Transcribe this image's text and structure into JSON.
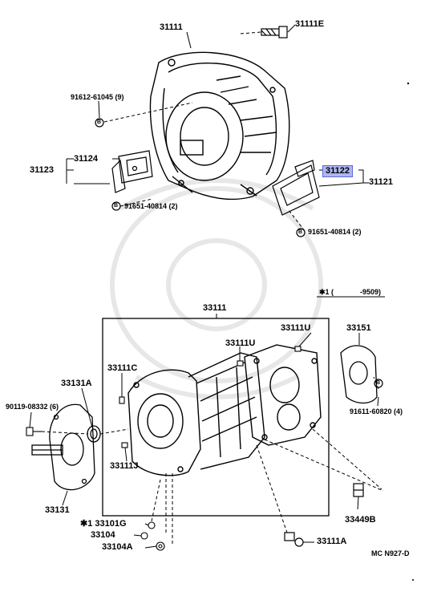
{
  "labels": {
    "p31111_top": "31111",
    "p31111E": "31111E",
    "p91612": "91612-61045 (9)",
    "p31124": "31124",
    "p31123": "31123",
    "p91651_left": "91651-40814 (2)",
    "p31122": "31122",
    "p31121": "31121",
    "p91651_right": "91651-40814 (2)",
    "prod_note_left": "✱1 (",
    "prod_note_right": "-9509)",
    "p33111_box": "33111",
    "p33111U_right": "33111U",
    "p33111U_mid": "33111U",
    "p33151": "33151",
    "p33111C": "33111C",
    "p33131A": "33131A",
    "p90119": "90119-08332 (6)",
    "p91611": "91611-60820 (4)",
    "p33111J": "33111J",
    "p33131": "33131",
    "p33449B": "33449B",
    "p33101G": "✱1 33101G",
    "p33104": "33104",
    "p33104A": "33104A",
    "p33111A": "33111A",
    "catalog_code": "MC N927-D"
  },
  "highlight": {
    "part": "31122",
    "color": "#aeb6f2"
  },
  "symbols": {
    "bolt_marker": "B"
  }
}
